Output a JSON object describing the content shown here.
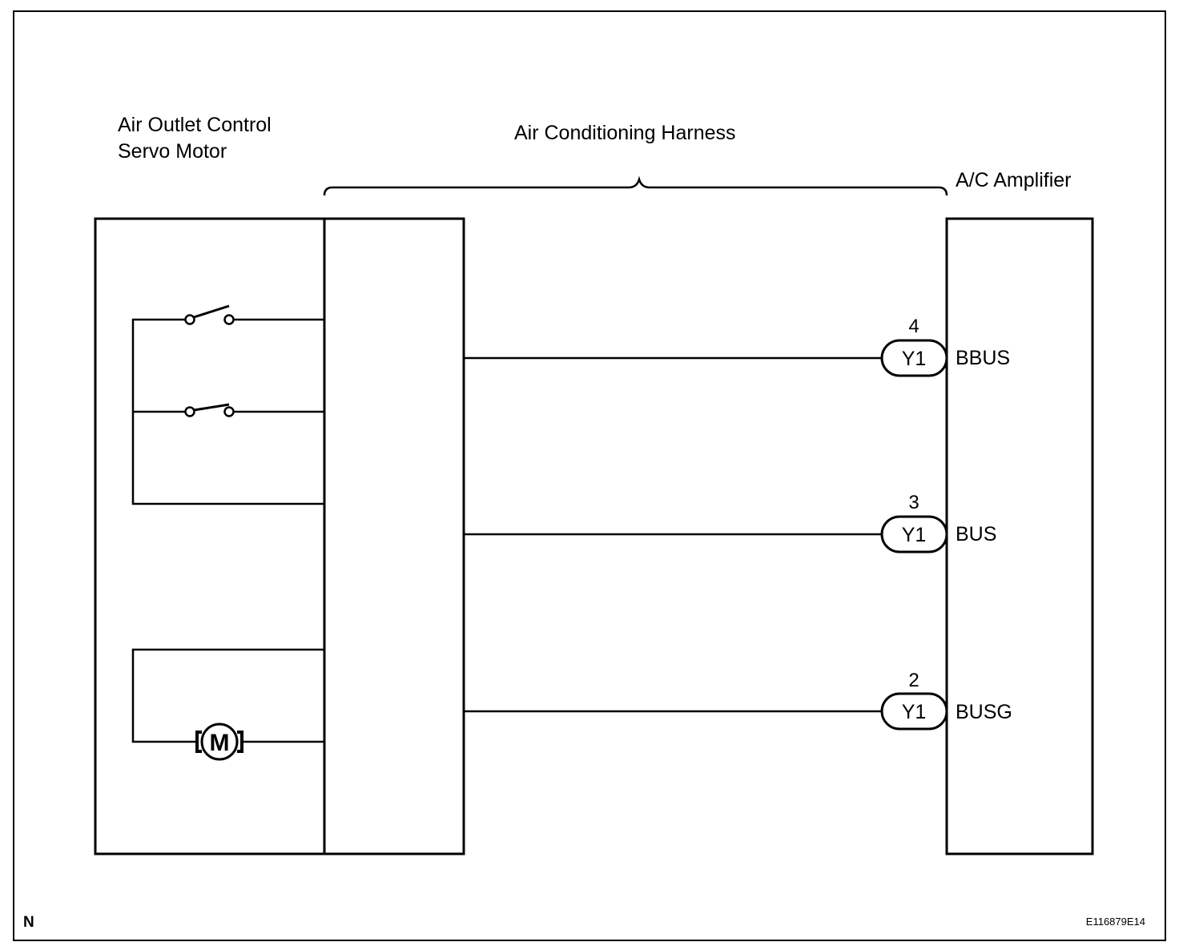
{
  "labels": {
    "servo_line1": "Air Outlet Control",
    "servo_line2": "Servo Motor",
    "harness": "Air Conditioning Harness",
    "amplifier": "A/C Amplifier",
    "motor_symbol": "M",
    "corner_letter": "N",
    "figure_id": "E116879E14"
  },
  "connectors": [
    {
      "pin": "4",
      "connector": "Y1",
      "signal": "BBUS"
    },
    {
      "pin": "3",
      "connector": "Y1",
      "signal": "BUS"
    },
    {
      "pin": "2",
      "connector": "Y1",
      "signal": "BUSG"
    }
  ]
}
